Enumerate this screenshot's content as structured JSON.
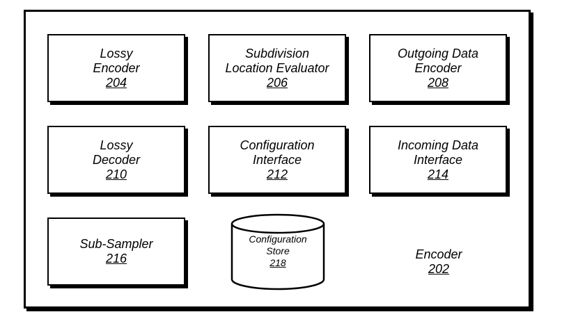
{
  "encoder": {
    "name": "Encoder",
    "ref": "202"
  },
  "components": [
    {
      "line1": "Lossy",
      "line2": "Encoder",
      "ref": "204"
    },
    {
      "line1": "Subdivision",
      "line2": "Location Evaluator",
      "ref": "206"
    },
    {
      "line1": "Outgoing Data",
      "line2": "Encoder",
      "ref": "208"
    },
    {
      "line1": "Lossy",
      "line2": "Decoder",
      "ref": "210"
    },
    {
      "line1": "Configuration",
      "line2": "Interface",
      "ref": "212"
    },
    {
      "line1": "Incoming Data",
      "line2": "Interface",
      "ref": "214"
    },
    {
      "line1": "Sub-Sampler",
      "ref": "216"
    }
  ],
  "store": {
    "line1": "Configuration",
    "line2": "Store",
    "ref": "218"
  }
}
